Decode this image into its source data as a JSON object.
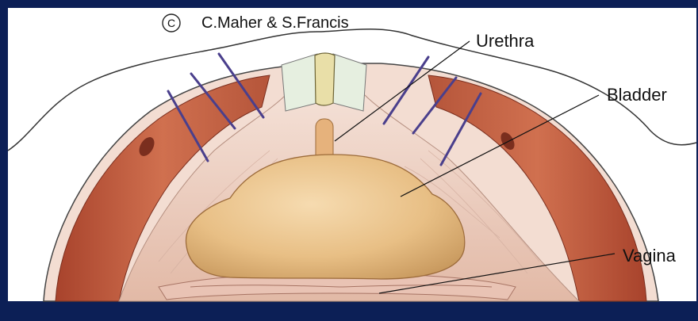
{
  "copyright": {
    "symbol": "©",
    "text": "C.Maher & S.Francis"
  },
  "labels": {
    "urethra": "Urethra",
    "bladder": "Bladder",
    "vagina": "Vagina"
  },
  "colors": {
    "frame": "#0c1f56",
    "background": "#ffffff",
    "muscle": "#c05a3e",
    "fascia": "#eccdbf",
    "bladder": "#e9c48d",
    "sutures": "#4a3f8c",
    "outline": "#333333"
  }
}
